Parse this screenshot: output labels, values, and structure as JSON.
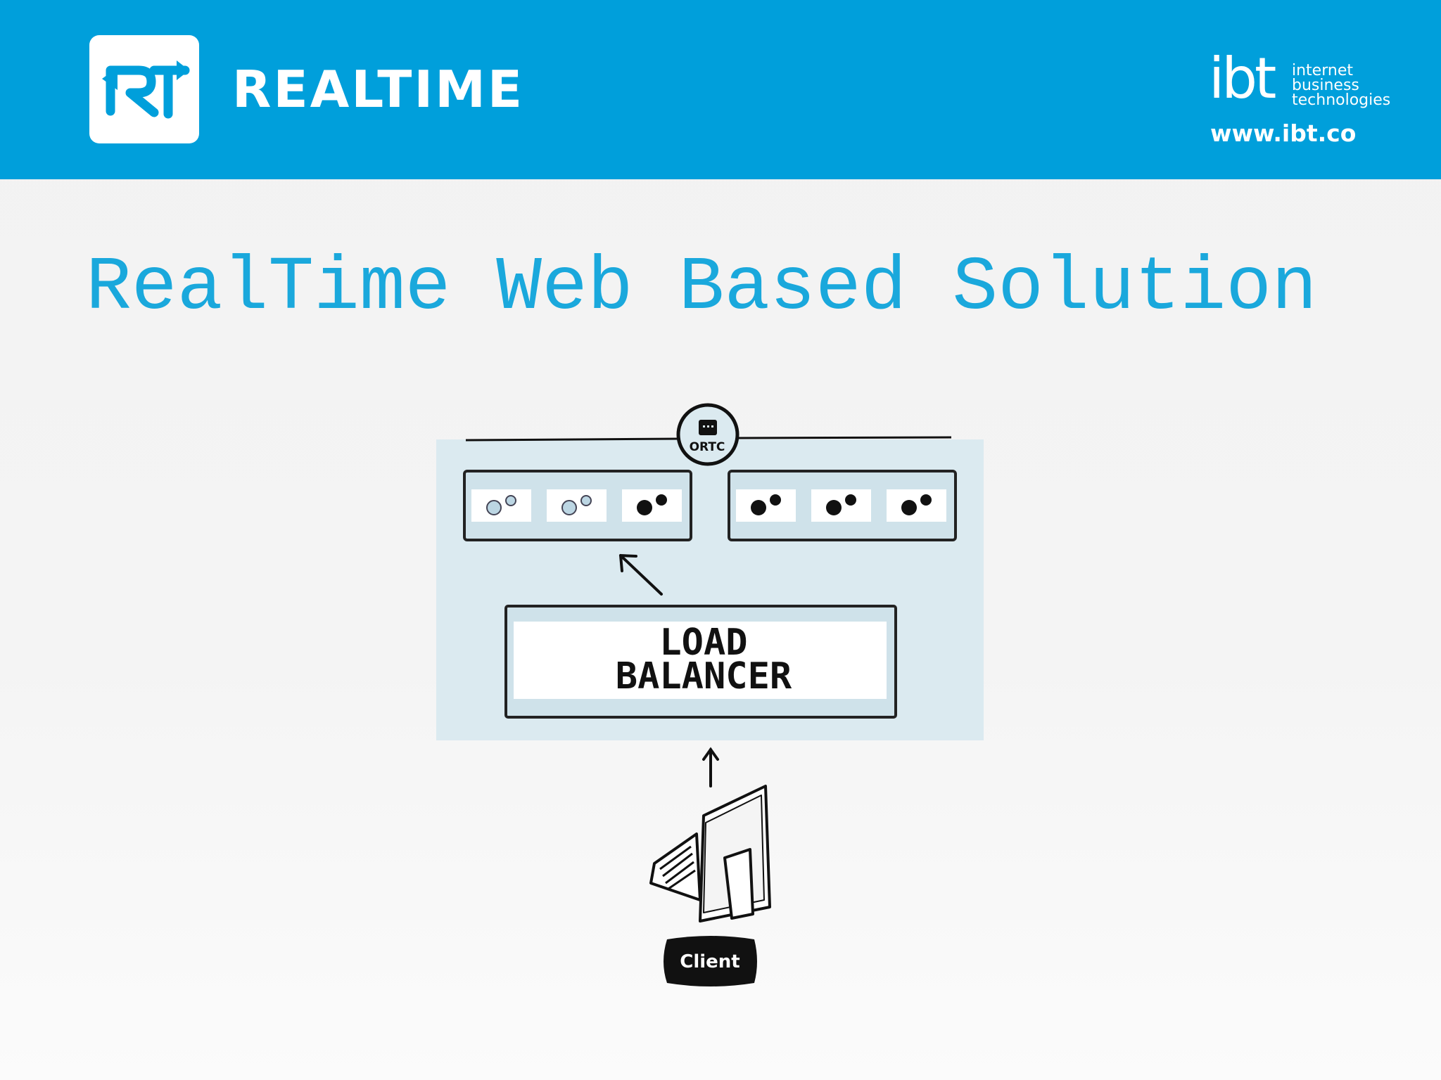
{
  "header": {
    "brand_name": "REALTIME",
    "logo_text": "RT",
    "partner_logo_text": "ibt",
    "partner_tagline": [
      "internet",
      "business",
      "technologies"
    ],
    "partner_url": "www.ibt.co",
    "background_color": "#009fdb"
  },
  "slide": {
    "title": "RealTime Web Based Solution",
    "title_color": "#1aa8dc"
  },
  "diagram": {
    "ortc_label": "ORTC",
    "load_balancer_label": [
      "LOAD",
      "BALANCER"
    ],
    "client_label": "Client",
    "server_groups": [
      {
        "nodes": [
          {
            "state": "light"
          },
          {
            "state": "light"
          },
          {
            "state": "dark"
          }
        ]
      },
      {
        "nodes": [
          {
            "state": "dark"
          },
          {
            "state": "dark"
          },
          {
            "state": "dark"
          }
        ]
      }
    ],
    "colors": {
      "panel": "#dbeaf0",
      "server_frame": "#cfe2ea",
      "gear_light": "#bcd6e3",
      "gear_dark": "#111111"
    }
  }
}
